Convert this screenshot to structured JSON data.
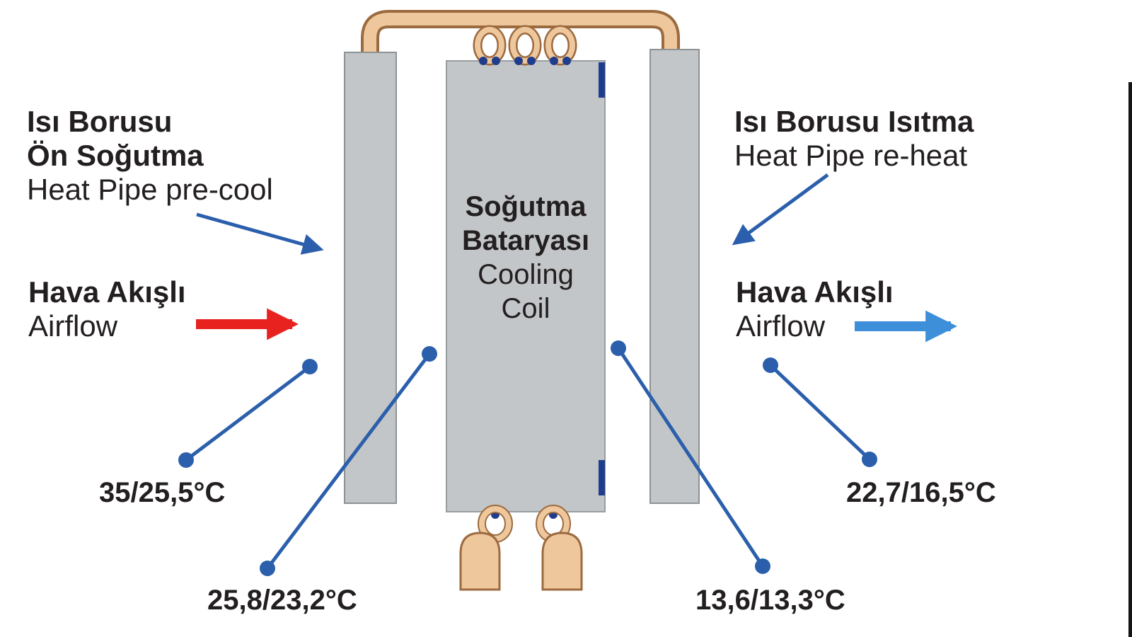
{
  "diagram": {
    "title": "Heat pipe pre-cool / re-heat around cooling coil",
    "labels": {
      "precool": {
        "tr_line1": "Isı Borusu",
        "tr_line2": "Ön Soğutma",
        "en": "Heat Pipe pre-cool"
      },
      "airflow_in": {
        "tr": "Hava Akışlı",
        "en": "Airflow"
      },
      "reheat": {
        "tr": "Isı Borusu Isıtma",
        "en": "Heat Pipe re-heat"
      },
      "airflow_out": {
        "tr": "Hava Akışlı",
        "en": "Airflow"
      },
      "cooling_coil": {
        "tr_line1": "Soğutma",
        "tr_line2": "Bataryası",
        "en_line1": "Cooling",
        "en_line2": "Coil"
      }
    },
    "temperatures": {
      "return_air": "35/25,5°C",
      "after_precool": "25,8/23,2°C",
      "after_cooling_coil": "13,6/13,3°C",
      "supply_air": "22,7/16,5°C"
    },
    "colors": {
      "line_blue": "#2b5fac",
      "arrow_red": "#e8221f",
      "arrow_light_blue": "#3d8fd9",
      "panel_gray": "#c3c6c8",
      "copper": "#eec79d",
      "copper_outline": "#9c6a3f",
      "navy": "#1f3d8c",
      "text_dark": "#231f20"
    }
  }
}
